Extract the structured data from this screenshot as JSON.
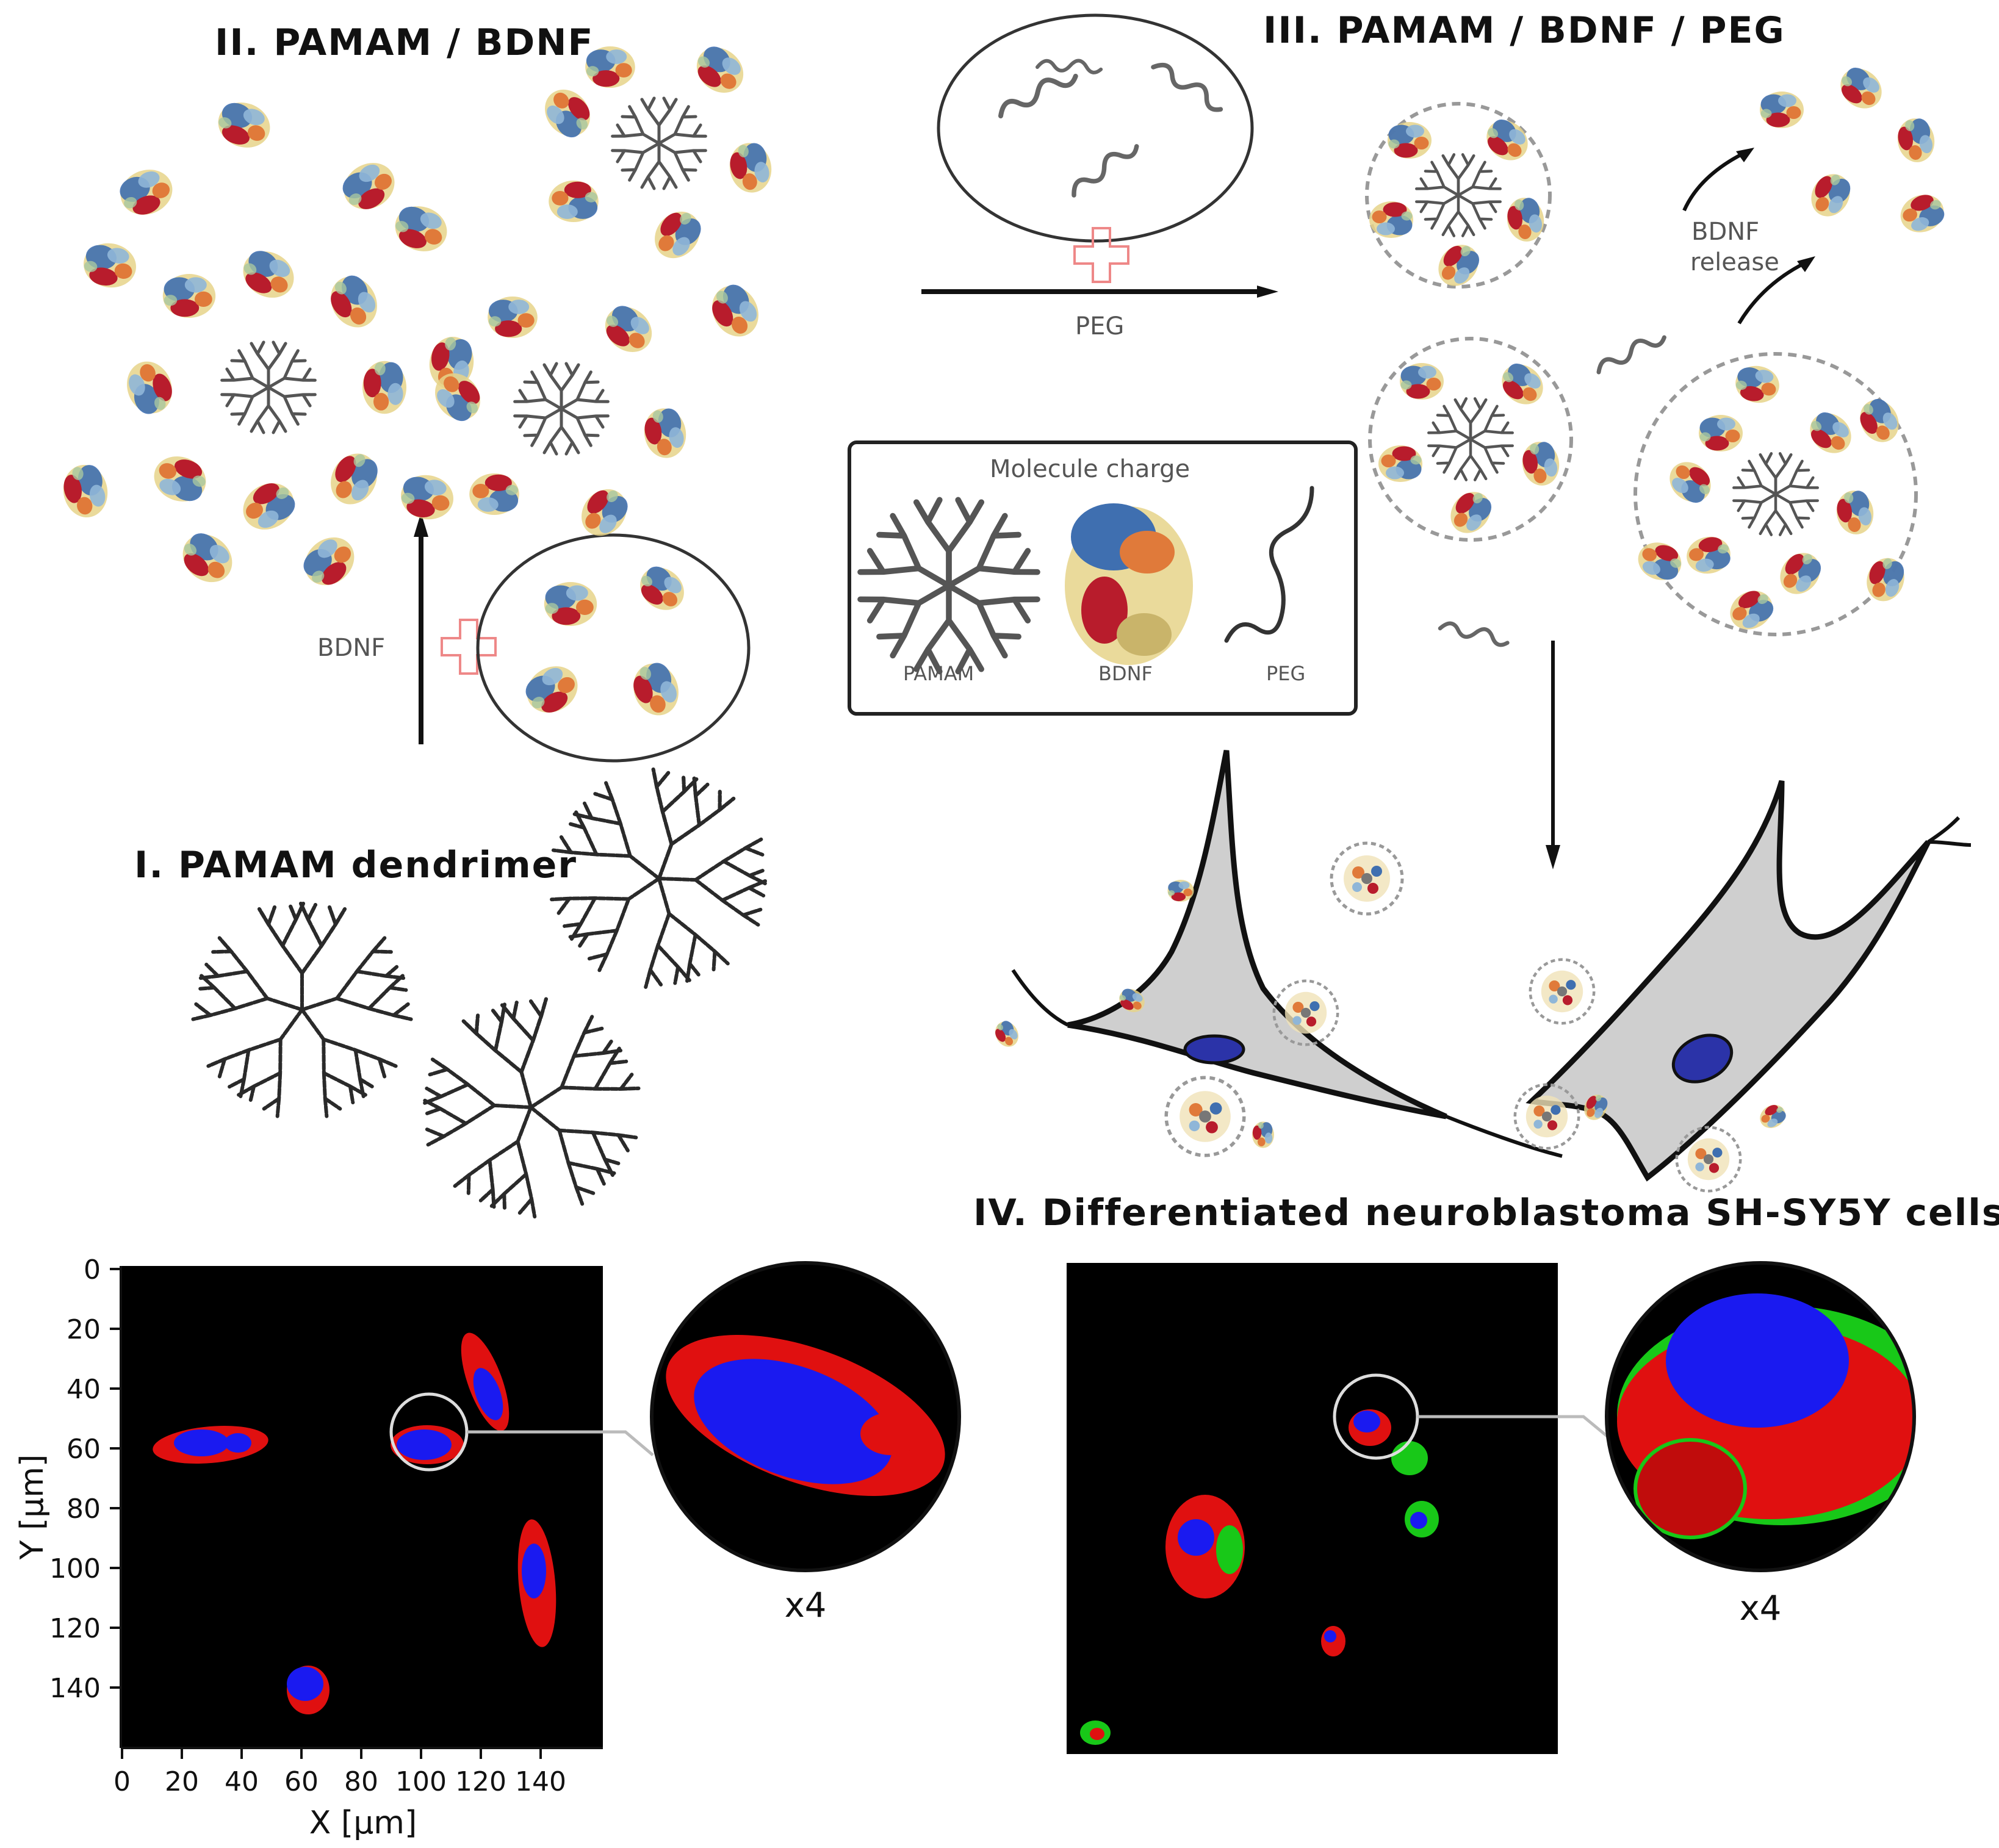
{
  "titles": {
    "pamam_dendrimer": "I. PAMAM dendrimer",
    "pamam_bdnf": "II. PAMAM / BDNF",
    "pamam_bdnf_peg": "III. PAMAM / BDNF / PEG",
    "differentiated_cells": "IV. Differentiated neuroblastoma  SH-SY5Y cells"
  },
  "arrows": {
    "bdnf_label": "BDNF",
    "peg_label": "PEG",
    "bdnf_release_line1": "BDNF",
    "bdnf_release_line2": "release"
  },
  "molecule_charge": {
    "heading": "Molecule charge",
    "pamam": "PAMAM",
    "bdnf": "BDNF",
    "peg": "PEG"
  },
  "microscopy": {
    "zoom_left": "x4",
    "zoom_right": "x4",
    "y_axis_label": "Y [µm]",
    "x_axis_label": "X [µm]",
    "y_ticks": [
      "0",
      "20",
      "40",
      "60",
      "80",
      "100",
      "120",
      "140"
    ],
    "x_ticks": [
      "0",
      "20",
      "40",
      "60",
      "80",
      "100",
      "120",
      "140"
    ]
  },
  "colors": {
    "bdnf_red": "#b81c2c",
    "bdnf_blue": "#3f6fb0",
    "bdnf_yellow": "#e6d48a",
    "bdnf_orange": "#e07a3a",
    "cell_fill": "#cfcfcf",
    "nucleus": "#2b33a8",
    "stain_red": "#e01010",
    "stain_blue": "#1a1af0",
    "stain_green": "#18c818"
  }
}
